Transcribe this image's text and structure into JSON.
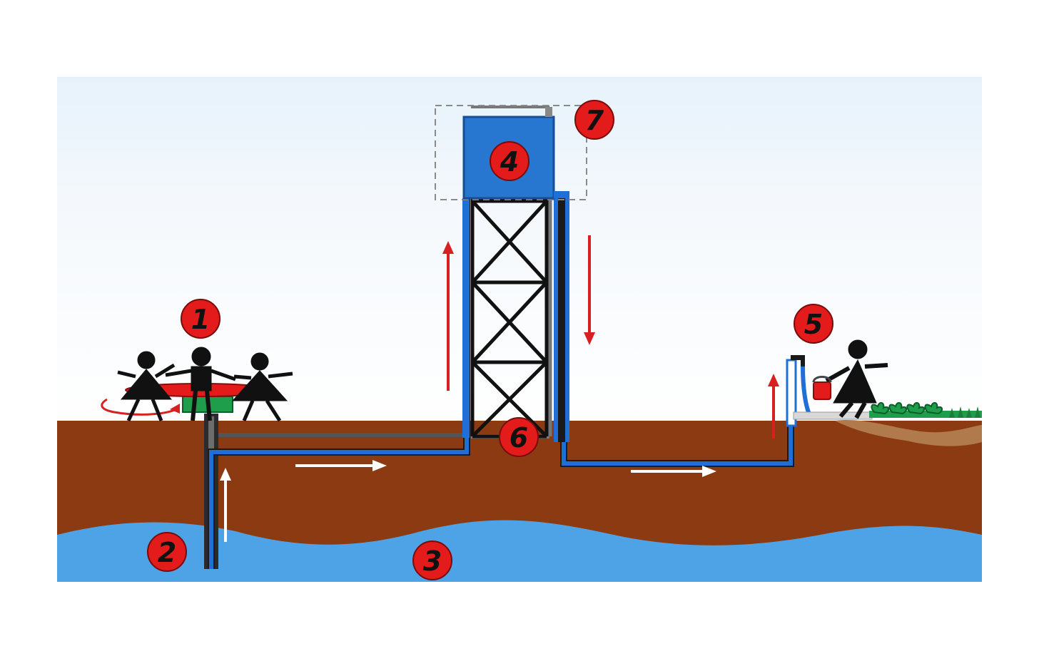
{
  "labels": {
    "roundabout": "1",
    "borehole": "2",
    "aquifer": "3",
    "tank": "4",
    "tap": "5",
    "junction": "6",
    "overflow": "7"
  },
  "colors": {
    "sky": "#eef4fa",
    "soil": "#8b3a12",
    "groundwater": "#4ea3e6",
    "pipe": "#1f6fd6",
    "tank": "#2777d1",
    "badge": "#e31b1b",
    "arrow_up": "#d92020",
    "flow_arrow": "#ffffff",
    "plants": "#1e9e4a"
  },
  "icons": [
    "children-figures-icon",
    "roundabout-pump-icon",
    "woman-with-bucket-icon",
    "plants-icon"
  ]
}
